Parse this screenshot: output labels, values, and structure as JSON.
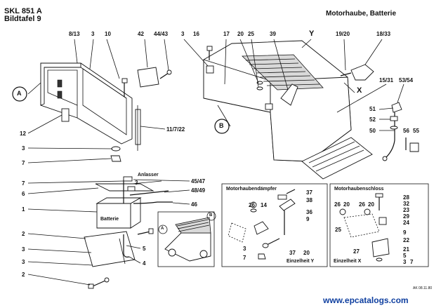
{
  "header": {
    "line1": "SKL  851  A",
    "line2": "Bildtafel  9",
    "title": "Motorhaube,  Batterie"
  },
  "callouts": {
    "c_8_13": "8/13",
    "c_3a": "3",
    "c_10": "10",
    "c_42": "42",
    "c_44_43": "44/43",
    "c_3b": "3",
    "c_16": "16",
    "c_17": "17",
    "c_20a": "20",
    "c_25a": "25",
    "c_39": "39",
    "c_Y": "Y",
    "c_19_20": "19/20",
    "c_18_33": "18/33",
    "c_A": "A",
    "c_X": "X",
    "c_15_31": "15/31",
    "c_53_54": "53/54",
    "c_B": "B",
    "c_12": "12",
    "c_11_7_22": "11/7/22",
    "c_51": "51",
    "c_52": "52",
    "c_50": "50",
    "c_56": "56",
    "c_55": "55",
    "c_3c": "3",
    "c_7a": "7",
    "c_anlasser": "Anlasser",
    "c_7b": "7",
    "c_3d": "3",
    "c_45_47": "45/47",
    "c_6": "6",
    "c_48_49": "48/49",
    "c_1": "1",
    "c_46": "46",
    "c_2a": "2",
    "c_5": "5",
    "c_3e": "3",
    "c_3f": "3",
    "c_4": "4",
    "c_2b": "2",
    "c_batterie": "Batterie",
    "c_inset_A": "A",
    "c_inset_B": "B"
  },
  "box_damper": {
    "title": "Motorhaubendämpfer",
    "footer": "Einzelheit  Y",
    "labels": {
      "n37a": "37",
      "n38": "38",
      "n26": "26",
      "n14": "14",
      "n36": "36",
      "n9": "9",
      "n3": "3",
      "n7": "7",
      "n37b": "37",
      "n20": "20"
    }
  },
  "box_lock": {
    "title": "Motorhaubenschloss",
    "footer": "Einzelheit  X",
    "labels": {
      "n28": "28",
      "n32": "32",
      "n26": "26",
      "n20a": "20",
      "n26b": "26",
      "n20b": "20",
      "n23": "23",
      "n29": "29",
      "n24": "24",
      "n25": "25",
      "n9": "9",
      "n22": "22",
      "n27": "27",
      "n21": "21",
      "n5": "5",
      "n3": "3",
      "n7": "7"
    }
  },
  "footer": {
    "stamp": "AK  08.11.80",
    "watermark": "www.epcatalogs.com"
  }
}
